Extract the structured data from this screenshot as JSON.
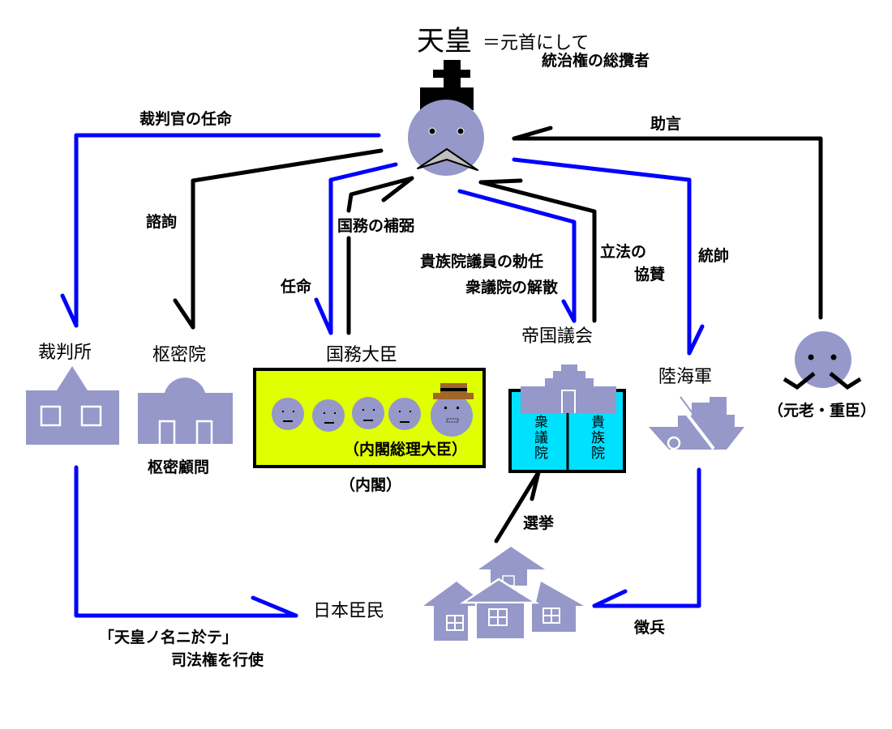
{
  "colors": {
    "figure": "#9598c8",
    "authority_line": "#0000ff",
    "support_line": "#000000",
    "cabinet_bg": "#e0ff00",
    "diet_bg": "#00e0ff",
    "hat_brown": "#a0662a",
    "nose_gray": "#c0c0c0"
  },
  "emperor": {
    "name": "天皇",
    "desc_line1": "＝元首にして",
    "desc_line2": "統治権の総攬者"
  },
  "nodes": {
    "court": {
      "label": "裁判所"
    },
    "privy_council": {
      "label": "枢密院",
      "sublabel": "枢密顧問"
    },
    "ministers": {
      "label": "国務大臣",
      "pm_label": "（内閣総理大臣）",
      "cabinet_label": "（内閣）"
    },
    "diet": {
      "label": "帝国議会",
      "lower_house": "衆議院",
      "upper_house": "貴族院"
    },
    "military": {
      "label": "陸海軍"
    },
    "genro": {
      "label": "（元老・重臣）"
    },
    "subjects": {
      "label": "日本臣民"
    }
  },
  "edges": [
    {
      "id": "appoint-judges",
      "label": "裁判官の任命",
      "color": "blue"
    },
    {
      "id": "consult",
      "label": "諮詢",
      "color": "black"
    },
    {
      "id": "appoint-ministers",
      "label": "任命",
      "color": "blue"
    },
    {
      "id": "assist",
      "label": "国務の補弼",
      "color": "black"
    },
    {
      "id": "diet-powers",
      "label_line1": "貴族院議員の勅任",
      "label_line2": "衆議院の解散",
      "color": "blue"
    },
    {
      "id": "consent",
      "label_line1": "立法の",
      "label_line2": "協賛",
      "color": "black"
    },
    {
      "id": "command",
      "label": "統帥",
      "color": "blue"
    },
    {
      "id": "advice",
      "label": "助言",
      "color": "black"
    },
    {
      "id": "election",
      "label": "選挙",
      "color": "black"
    },
    {
      "id": "conscription",
      "label": "徴兵",
      "color": "blue"
    },
    {
      "id": "judiciary",
      "label_line1": "「天皇ノ名ニ於テ」",
      "label_line2": "司法権を行使",
      "color": "blue"
    }
  ]
}
